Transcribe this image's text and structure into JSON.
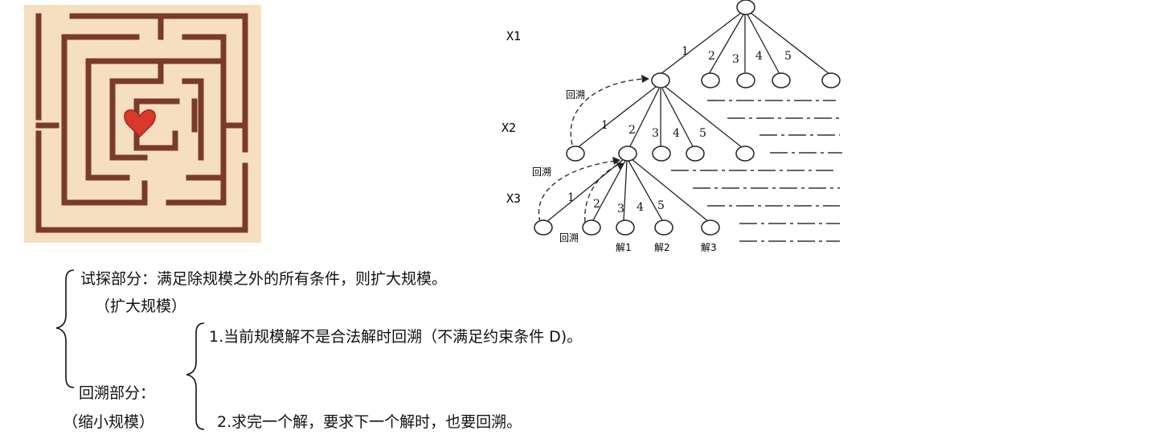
{
  "tree": {
    "level_labels": [
      "X1",
      "X2",
      "X3"
    ],
    "root_branch_labels": [
      "1",
      "2",
      "3",
      "4",
      "5"
    ],
    "x2_branch_labels": [
      "1",
      "2",
      "3",
      "4",
      "5"
    ],
    "x3_branch_labels": [
      "1",
      "2",
      "3",
      "4",
      "5"
    ],
    "backtrack_label": "回溯",
    "solution_labels": [
      "解1",
      "解2",
      "解3"
    ]
  },
  "description": {
    "try_part": "试探部分：满足除规模之外的所有条件，则扩大规模。",
    "try_note": "（扩大规模）",
    "backtrack_part": "回溯部分：",
    "backtrack_note": "（缩小规模）",
    "case1": "1.当前规模解不是合法解时回溯（不满足约束条件 D)。",
    "case2": "2.求完一个解，要求下一个解时，也要回溯。"
  },
  "colors": {
    "maze_bg": "#f6dfc0",
    "maze_wall": "#7a3b2a",
    "heart": "#d8392b"
  }
}
